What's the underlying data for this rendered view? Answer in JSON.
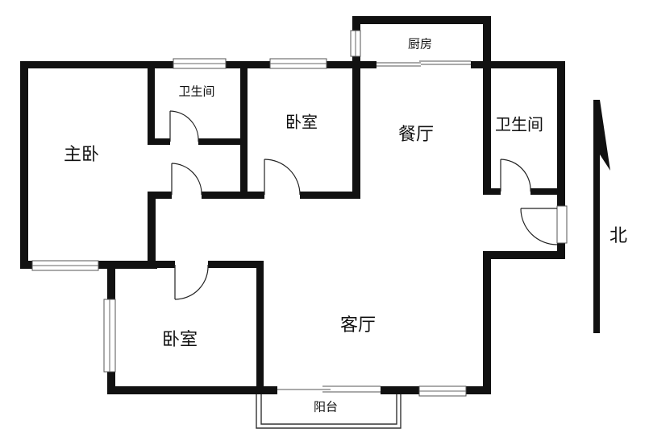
{
  "rooms": {
    "master_bedroom": "主卧",
    "bathroom_left": "卫生间",
    "bedroom_top": "卧室",
    "kitchen": "厨房",
    "dining_room": "餐厅",
    "bathroom_right": "卫生间",
    "living_room": "客厅",
    "bedroom_bottom": "卧室",
    "balcony": "阳台"
  },
  "compass": {
    "north_label": "北"
  },
  "colors": {
    "wall": "#111111",
    "background": "#ffffff"
  }
}
